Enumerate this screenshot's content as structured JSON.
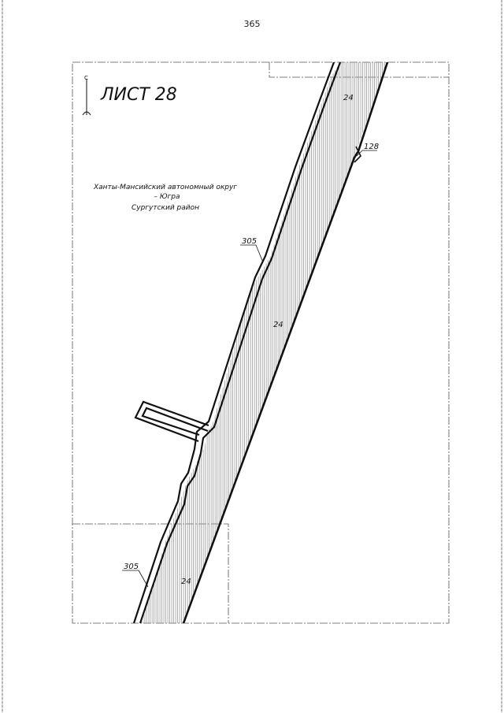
{
  "page": {
    "number": "365"
  },
  "map": {
    "sheet_title": "ЛИСТ 28",
    "north_label": "С",
    "region_lines": [
      "Ханты-Мансийский автономный округ",
      "– Югра",
      "Сургутский район"
    ],
    "parcel_labels": {
      "p24_top": "24",
      "p128": "128",
      "p305_upper": "305",
      "p24_middle": "24",
      "p305_lower": "305",
      "p24_bottom": "24"
    },
    "colors": {
      "line": "#111111",
      "hatch": "#9a9a9a",
      "frame": "#555555"
    }
  }
}
